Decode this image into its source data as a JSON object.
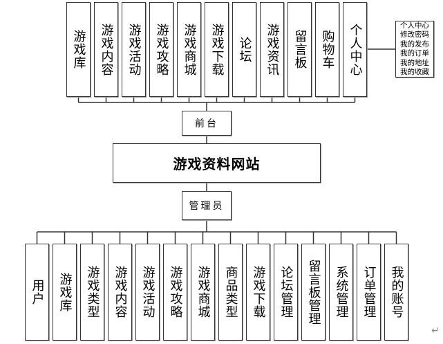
{
  "title": "游戏资料网站",
  "frontend": {
    "label": "前台",
    "modules": [
      "游戏库",
      "游戏内容",
      "游戏活动",
      "游戏攻略",
      "游戏商城",
      "游戏下载",
      "论坛",
      "游戏资讯",
      "留言板",
      "购物车",
      "个人中心"
    ],
    "personal_center_items": [
      "个人中心",
      "修改密码",
      "我的发布",
      "我的订单",
      "我的地址",
      "我的收藏"
    ]
  },
  "backend": {
    "label": "管理员",
    "modules": [
      "用户",
      "游戏库",
      "游戏类型",
      "游戏内容",
      "游戏活动",
      "游戏攻略",
      "游戏商城",
      "商品类型",
      "游戏下载",
      "论坛管理",
      "留言板管理",
      "系统管理",
      "订单管理",
      "我的账号"
    ]
  },
  "return_mark": "↵"
}
